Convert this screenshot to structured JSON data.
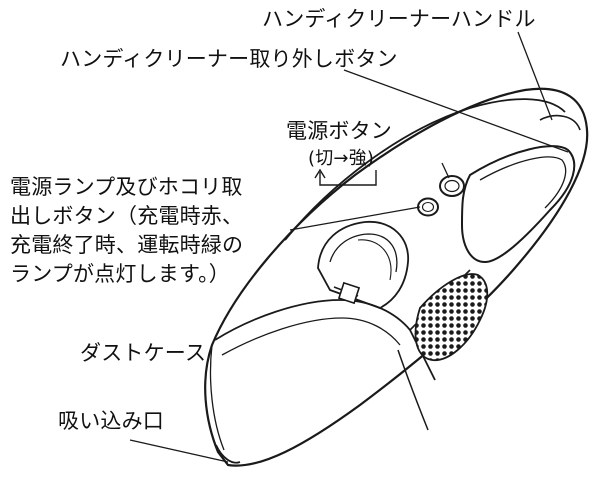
{
  "diagram": {
    "labels": {
      "handle": "ハンディクリーナーハンドル",
      "release_button": "ハンディクリーナー取り外しボタン",
      "power_button": "電源ボタン",
      "power_button_sub": "(切→強)",
      "lamp_line1": "電源ランプ及びホコリ取",
      "lamp_line2": "出しボタン（充電時赤、",
      "lamp_line3": "充電終了時、運転時緑の",
      "lamp_line4": "ランプが点灯します。）",
      "dust_case": "ダストケース",
      "intake": "吸い込み口"
    }
  }
}
